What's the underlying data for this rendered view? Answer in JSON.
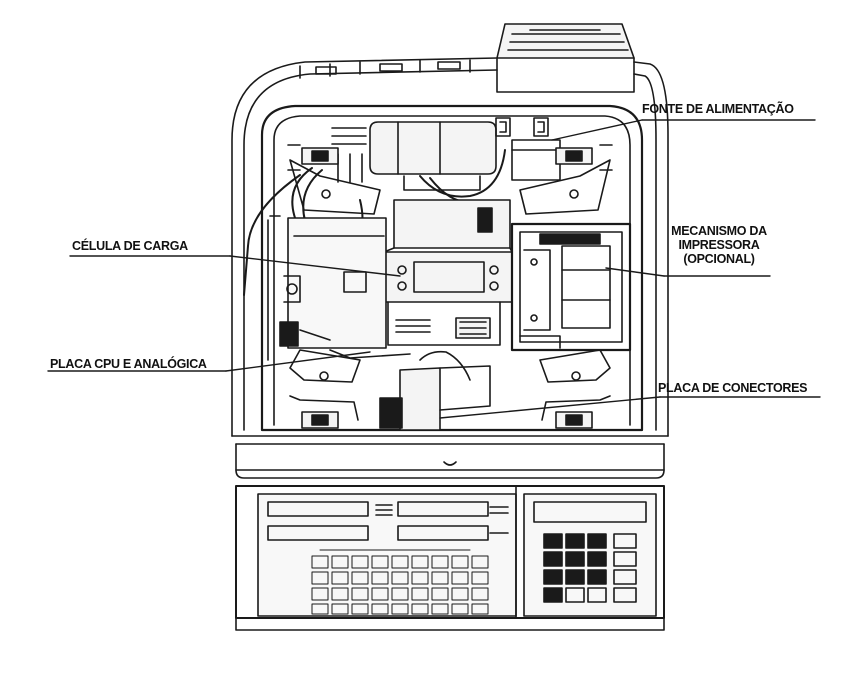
{
  "labels": {
    "power_supply": "FONTE DE ALIMENTAÇÃO",
    "load_cell": "CÉLULA DE CARGA",
    "printer_mechanism": [
      "MECANISMO DA",
      "IMPRESSORA",
      "(OPCIONAL)"
    ],
    "cpu_board": "PLACA CPU E ANALÓGICA",
    "connector_board": "PLACA DE CONECTORES"
  },
  "colors": {
    "line": "#1a1a1a",
    "background": "#ffffff",
    "panel_fill": "#f4f4f4"
  }
}
